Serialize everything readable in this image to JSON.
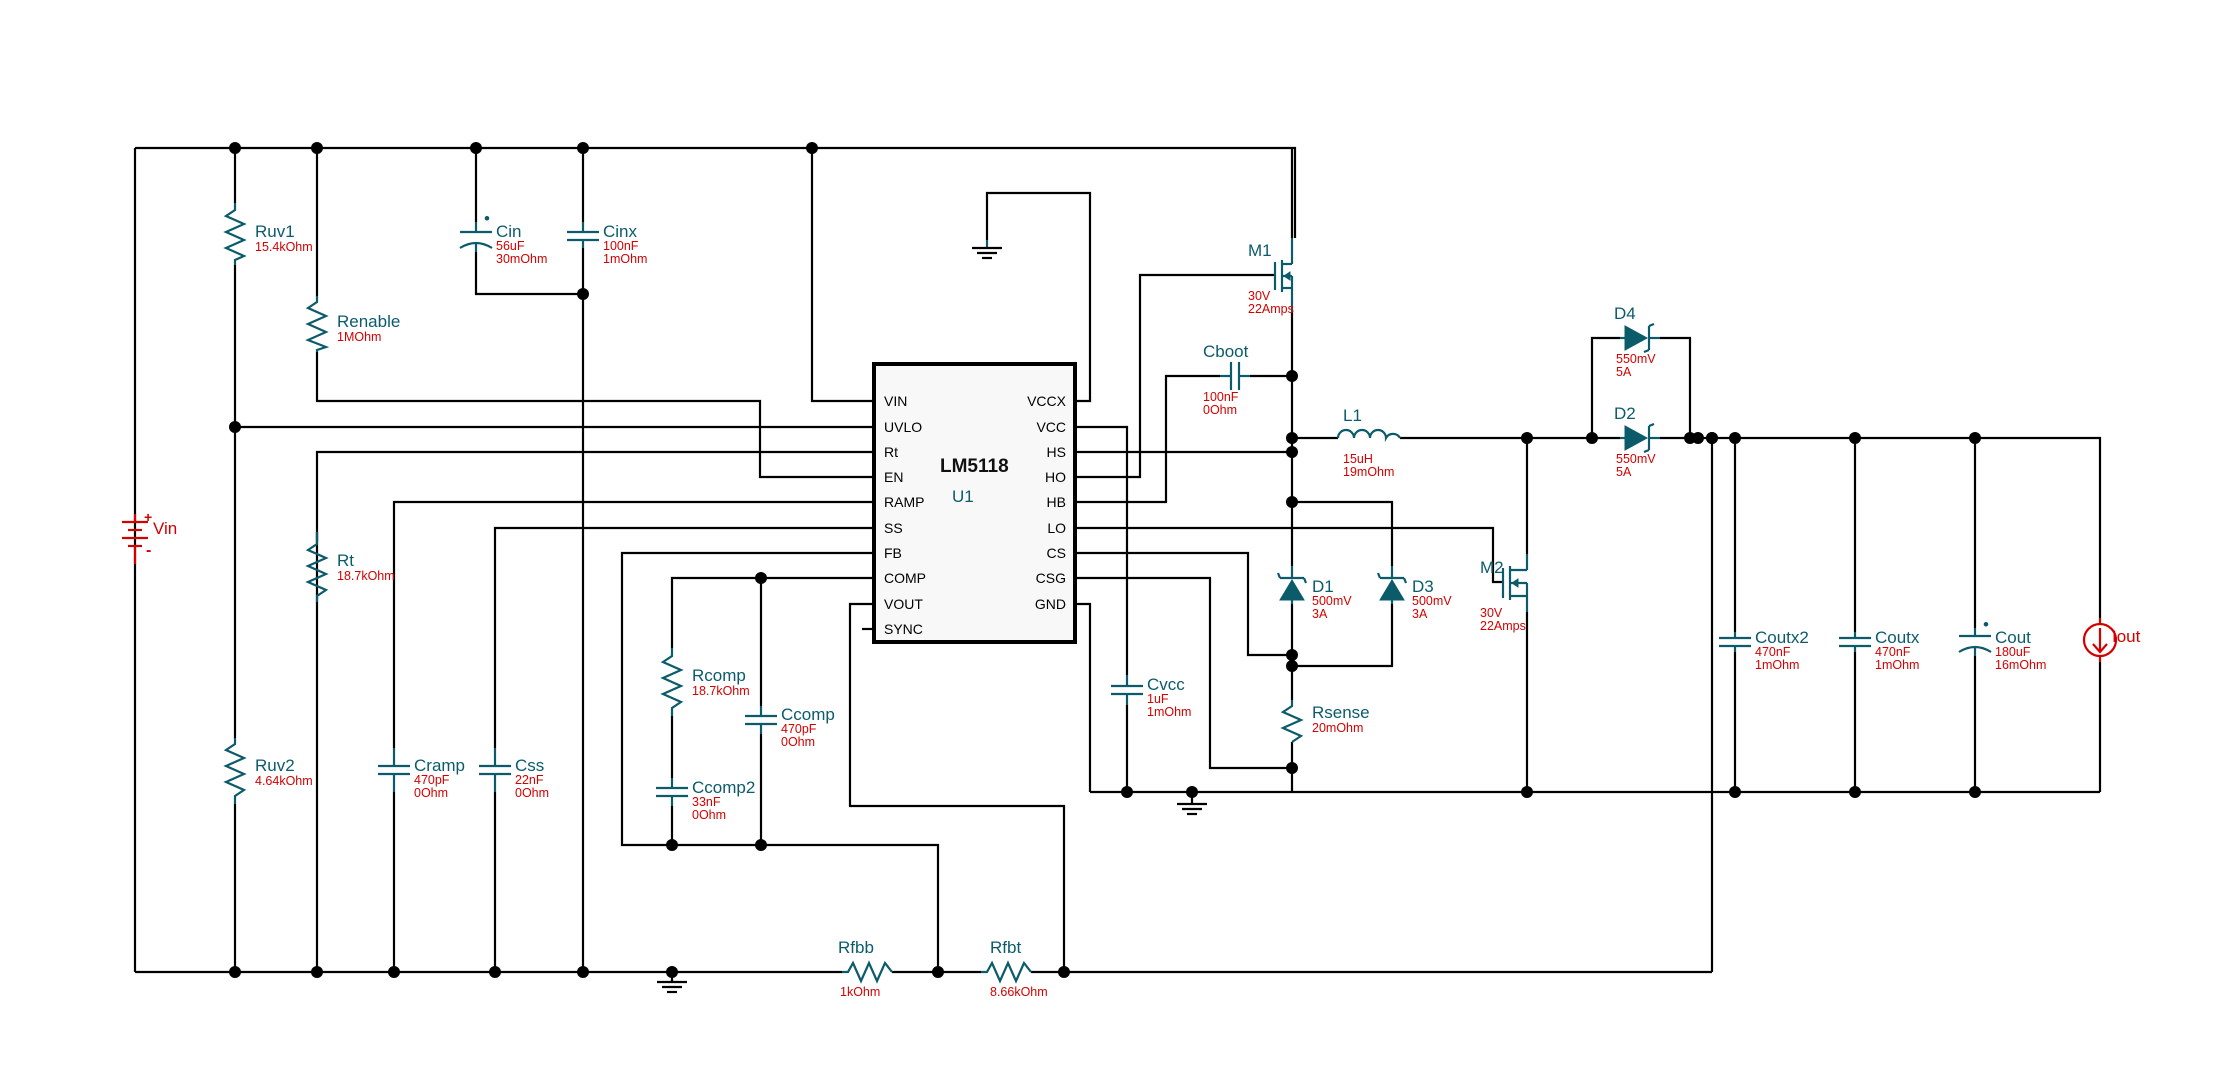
{
  "ic": {
    "part": "LM5118",
    "ref": "U1",
    "left_pins": [
      "VIN",
      "UVLO",
      "Rt",
      "EN",
      "RAMP",
      "SS",
      "FB",
      "COMP",
      "VOUT",
      "SYNC"
    ],
    "right_pins": [
      "VCCX",
      "VCC",
      "HS",
      "HO",
      "HB",
      "LO",
      "CS",
      "CSG",
      "GND"
    ]
  },
  "components": {
    "ruv1": {
      "ref": "Ruv1",
      "v1": "15.4kOhm"
    },
    "renable": {
      "ref": "Renable",
      "v1": "1MOhm"
    },
    "cin": {
      "ref": "Cin",
      "v1": "56uF",
      "v2": "30mOhm"
    },
    "cinx": {
      "ref": "Cinx",
      "v1": "100nF",
      "v2": "1mOhm"
    },
    "vin": {
      "ref": "Vin"
    },
    "rt": {
      "ref": "Rt",
      "v1": "18.7kOhm"
    },
    "ruv2": {
      "ref": "Ruv2",
      "v1": "4.64kOhm"
    },
    "cramp": {
      "ref": "Cramp",
      "v1": "470pF",
      "v2": "0Ohm"
    },
    "css": {
      "ref": "Css",
      "v1": "22nF",
      "v2": "0Ohm"
    },
    "rcomp": {
      "ref": "Rcomp",
      "v1": "18.7kOhm"
    },
    "ccomp": {
      "ref": "Ccomp",
      "v1": "470pF",
      "v2": "0Ohm"
    },
    "ccomp2": {
      "ref": "Ccomp2",
      "v1": "33nF",
      "v2": "0Ohm"
    },
    "rfbb": {
      "ref": "Rfbb",
      "v1": "1kOhm"
    },
    "rfbt": {
      "ref": "Rfbt",
      "v1": "8.66kOhm"
    },
    "m1": {
      "ref": "M1",
      "v1": "30V",
      "v2": "22Amps"
    },
    "cboot": {
      "ref": "Cboot",
      "v1": "100nF",
      "v2": "0Ohm"
    },
    "l1": {
      "ref": "L1",
      "v1": "15uH",
      "v2": "19mOhm"
    },
    "d1": {
      "ref": "D1",
      "v1": "500mV",
      "v2": "3A"
    },
    "d3": {
      "ref": "D3",
      "v1": "500mV",
      "v2": "3A"
    },
    "rsense": {
      "ref": "Rsense",
      "v1": "20mOhm"
    },
    "cvcc": {
      "ref": "Cvcc",
      "v1": "1uF",
      "v2": "1mOhm"
    },
    "m2": {
      "ref": "M2",
      "v1": "30V",
      "v2": "22Amps"
    },
    "d4": {
      "ref": "D4",
      "v1": "550mV",
      "v2": "5A"
    },
    "d2": {
      "ref": "D2",
      "v1": "550mV",
      "v2": "5A"
    },
    "coutx2": {
      "ref": "Coutx2",
      "v1": "470nF",
      "v2": "1mOhm"
    },
    "coutx": {
      "ref": "Coutx",
      "v1": "470nF",
      "v2": "1mOhm"
    },
    "cout": {
      "ref": "Cout",
      "v1": "180uF",
      "v2": "16mOhm"
    },
    "iout": {
      "ref": "Iout"
    }
  },
  "colors": {
    "wire": "#000000",
    "component": "#0b5b6b",
    "value": "#d40000"
  }
}
